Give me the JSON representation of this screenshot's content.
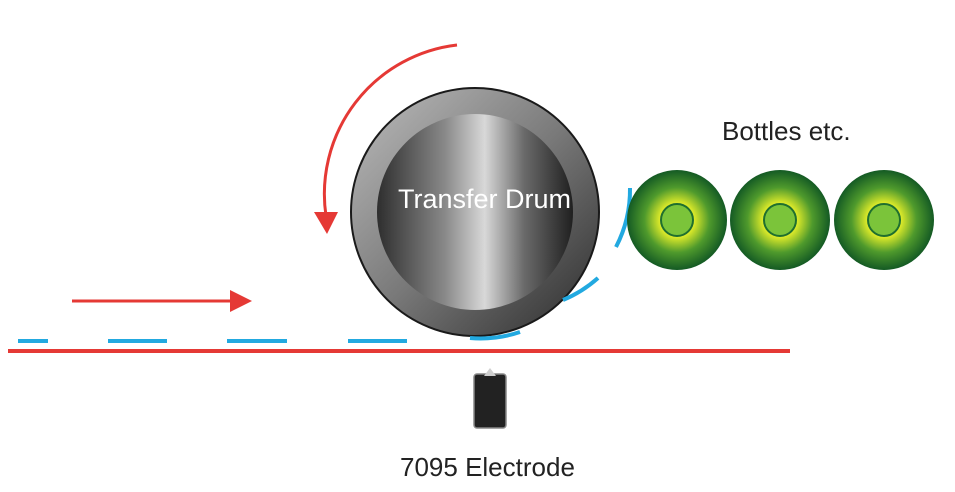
{
  "labels": {
    "drum": "Transfer Drum",
    "bottles": "Bottles etc.",
    "electrode": "7095 Electrode"
  },
  "colors": {
    "arrow": "#e53935",
    "belt": "#e53935",
    "label_strip": "#22a9e0",
    "bottle_outer": "#1f6f2f",
    "bottle_glow": "#e6ef2a",
    "bottle_core": "#7bc43a",
    "electrode": "#222222"
  },
  "bottles": {
    "count": 3
  }
}
